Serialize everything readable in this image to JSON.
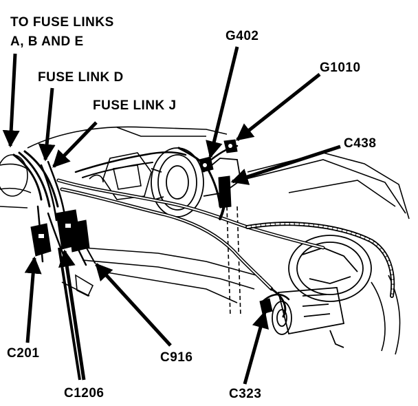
{
  "diagram": {
    "colors": {
      "ink": "#000000",
      "paper": "#ffffff",
      "shade": "#dcdcdc"
    },
    "labels": {
      "fuse_links_abe_line1": "TO FUSE LINKS",
      "fuse_links_abe_line2": "A, B AND E",
      "fuse_link_d": "FUSE LINK D",
      "fuse_link_j": "FUSE LINK J",
      "g402": "G402",
      "g1010": "G1010",
      "c438": "C438",
      "c201": "C201",
      "c916": "C916",
      "c1206": "C1206",
      "c323": "C323"
    }
  }
}
